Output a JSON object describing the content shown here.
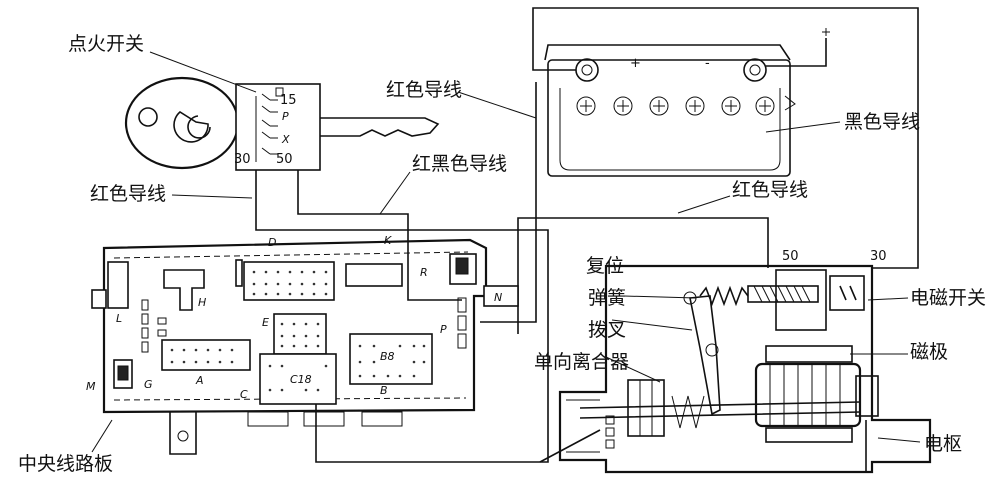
{
  "labels": {
    "ignition_switch": "点火开关",
    "red_wire_top": "红色导线",
    "red_wire_left": "红色导线",
    "red_black_wire": "红黑色导线",
    "black_wire": "黑色导线",
    "red_wire_starter": "红色导线",
    "return_spring_1": "复位",
    "return_spring_2": "弹簧",
    "shift_fork": "拨叉",
    "one_way_clutch": "单向离合器",
    "solenoid_switch": "电磁开关",
    "magnetic_pole": "磁极",
    "armature": "电枢",
    "central_board": "中央线路板"
  },
  "terminals": {
    "t15": "15",
    "tP": "P",
    "tX": "X",
    "t50_switch": "50",
    "t30_switch": "30",
    "t50_starter": "50",
    "t30_starter": "30"
  },
  "battery": {
    "plus": "+",
    "minus": "-"
  },
  "board_letters": {
    "D": "D",
    "K": "K",
    "L": "L",
    "H": "H",
    "R": "R",
    "N": "N",
    "E": "E",
    "P": "P",
    "M": "M",
    "G": "G",
    "A": "A",
    "C": "C",
    "C18": "C18",
    "B": "B",
    "B8": "B8"
  }
}
